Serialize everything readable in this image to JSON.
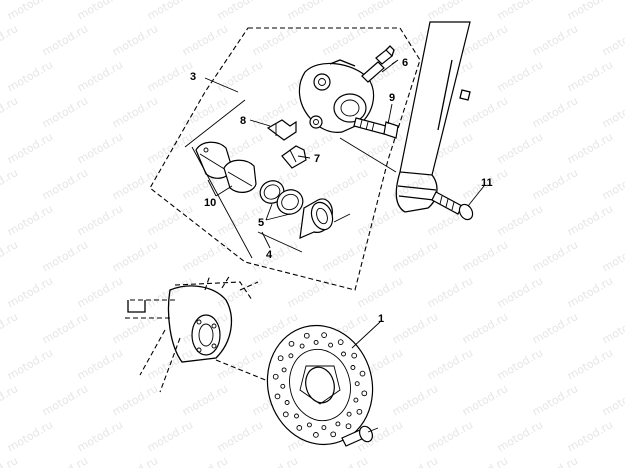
{
  "watermark": "motod.ru",
  "callouts": [
    {
      "id": "c1",
      "label": "1"
    },
    {
      "id": "c3",
      "label": "3"
    },
    {
      "id": "c4",
      "label": "4"
    },
    {
      "id": "c5",
      "label": "5"
    },
    {
      "id": "c6",
      "label": "6"
    },
    {
      "id": "c7",
      "label": "7"
    },
    {
      "id": "c8",
      "label": "8"
    },
    {
      "id": "c9",
      "label": "9"
    },
    {
      "id": "c10",
      "label": "10"
    },
    {
      "id": "c11",
      "label": "11"
    }
  ],
  "colors": {
    "line": "#000000",
    "background": "#ffffff",
    "watermark": "#e6e6e6"
  }
}
